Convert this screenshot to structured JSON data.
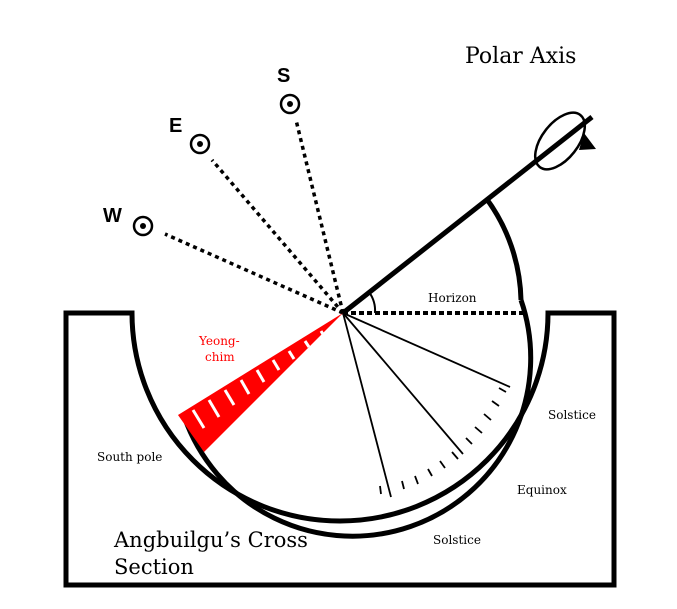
{
  "title": "Polar Axis",
  "caption_line1": "Angbuilgu’s Cross",
  "caption_line2": "Section",
  "directions": {
    "west": "W",
    "east": "E",
    "south": "S"
  },
  "labels": {
    "horizon": "Horizon",
    "gnomon_line1": "Yeong-",
    "gnomon_line2": "chim",
    "south_pole": "South pole",
    "solstice_upper": "Solstice",
    "equinox": "Equinox",
    "solstice_lower": "Solstice"
  },
  "colors": {
    "ink": "#000000",
    "gnomon": "#ff0000",
    "background": "#ffffff"
  },
  "icons": {
    "sun_marker": "circled-dot-icon",
    "rotation": "rotation-arrow-icon"
  }
}
